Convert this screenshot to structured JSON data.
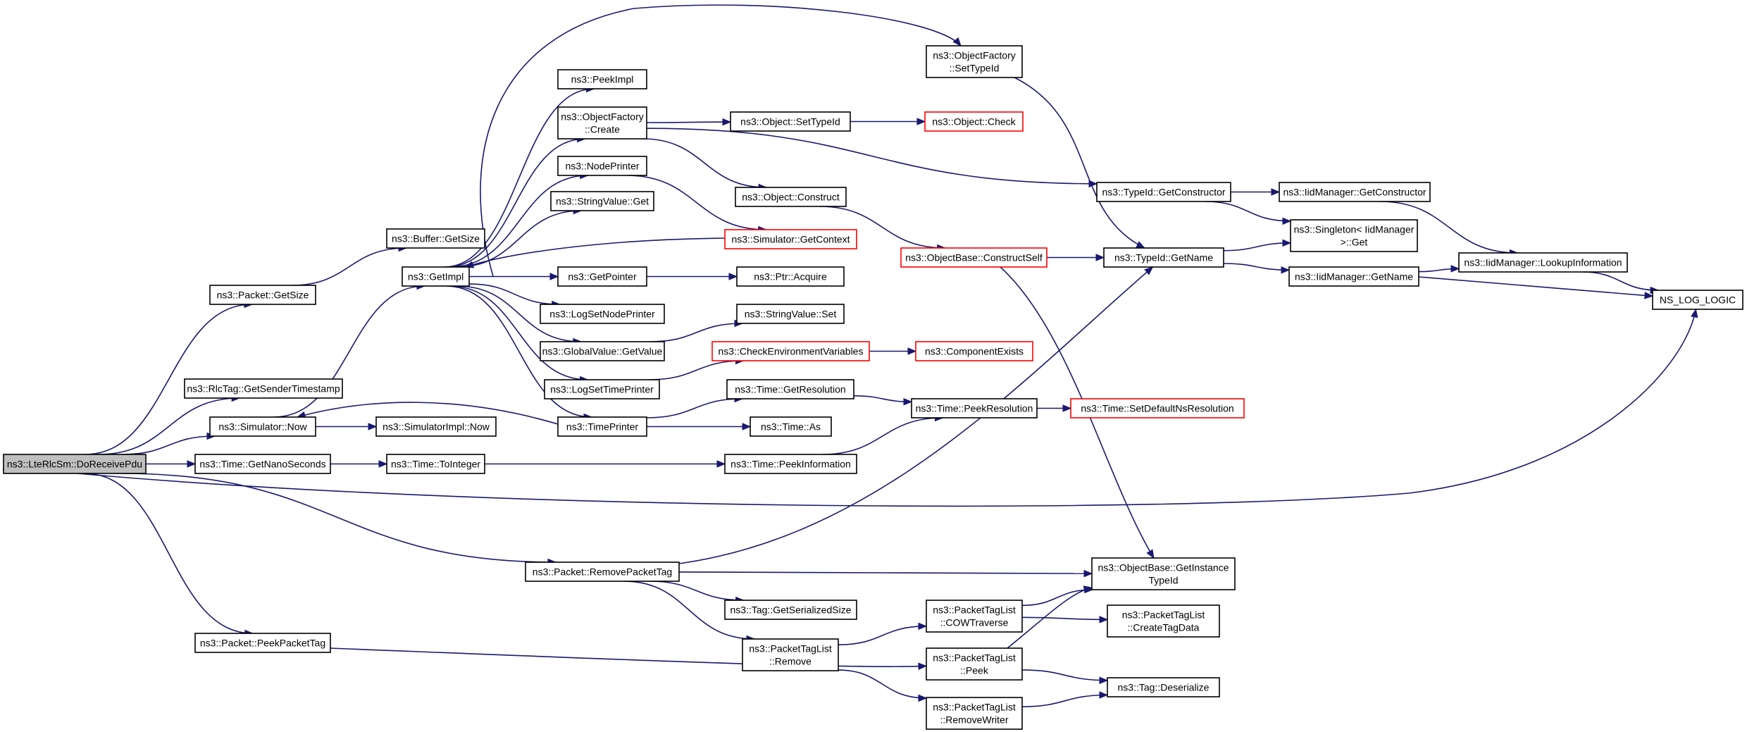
{
  "graph": {
    "nodes": [
      {
        "id": "root",
        "lines": [
          "ns3::LteRlcSm::DoReceivePdu"
        ],
        "style": "root"
      },
      {
        "id": "pkt_getsize",
        "lines": [
          "ns3::Packet::GetSize"
        ],
        "style": "normal"
      },
      {
        "id": "rlctag",
        "lines": [
          "ns3::RlcTag::GetSenderTimestamp"
        ],
        "style": "normal"
      },
      {
        "id": "sim_now",
        "lines": [
          "ns3::Simulator::Now"
        ],
        "style": "normal"
      },
      {
        "id": "time_getnano",
        "lines": [
          "ns3::Time::GetNanoSeconds"
        ],
        "style": "normal"
      },
      {
        "id": "pkt_removetag",
        "lines": [
          "ns3::Packet::RemovePacketTag"
        ],
        "style": "normal"
      },
      {
        "id": "pkt_peektag",
        "lines": [
          "ns3::Packet::PeekPacketTag"
        ],
        "style": "normal"
      },
      {
        "id": "buf_getsize",
        "lines": [
          "ns3::Buffer::GetSize"
        ],
        "style": "normal"
      },
      {
        "id": "getimpl",
        "lines": [
          "ns3::GetImpl"
        ],
        "style": "normal"
      },
      {
        "id": "simimpl_now",
        "lines": [
          "ns3::SimulatorImpl::Now"
        ],
        "style": "normal"
      },
      {
        "id": "time_tointeger",
        "lines": [
          "ns3::Time::ToInteger"
        ],
        "style": "normal"
      },
      {
        "id": "peekimpl",
        "lines": [
          "ns3::PeekImpl"
        ],
        "style": "normal"
      },
      {
        "id": "of_create",
        "lines": [
          "ns3::ObjectFactory",
          "::Create"
        ],
        "style": "normal"
      },
      {
        "id": "nodeprinter",
        "lines": [
          "ns3::NodePrinter"
        ],
        "style": "normal"
      },
      {
        "id": "strval_get",
        "lines": [
          "ns3::StringValue::Get"
        ],
        "style": "normal"
      },
      {
        "id": "getpointer",
        "lines": [
          "ns3::GetPointer"
        ],
        "style": "normal"
      },
      {
        "id": "logsetnodeprinter",
        "lines": [
          "ns3::LogSetNodePrinter"
        ],
        "style": "normal"
      },
      {
        "id": "gv_getvalue",
        "lines": [
          "ns3::GlobalValue::GetValue"
        ],
        "style": "normal"
      },
      {
        "id": "logsettimeprinter",
        "lines": [
          "ns3::LogSetTimePrinter"
        ],
        "style": "normal"
      },
      {
        "id": "timeprinter",
        "lines": [
          "ns3::TimePrinter"
        ],
        "style": "normal"
      },
      {
        "id": "tag_getsersize",
        "lines": [
          "ns3::Tag::GetSerializedSize"
        ],
        "style": "normal"
      },
      {
        "id": "ptl_remove",
        "lines": [
          "ns3::PacketTagList",
          "::Remove"
        ],
        "style": "normal"
      },
      {
        "id": "of_settypeid",
        "lines": [
          "ns3::ObjectFactory",
          "::SetTypeId"
        ],
        "style": "normal"
      },
      {
        "id": "obj_settypeid",
        "lines": [
          "ns3::Object::SetTypeId"
        ],
        "style": "normal"
      },
      {
        "id": "obj_construct",
        "lines": [
          "ns3::Object::Construct"
        ],
        "style": "normal"
      },
      {
        "id": "sim_getcontext",
        "lines": [
          "ns3::Simulator::GetContext"
        ],
        "style": "trunc"
      },
      {
        "id": "ptr_acquire",
        "lines": [
          "ns3::Ptr::Acquire"
        ],
        "style": "normal"
      },
      {
        "id": "strval_set",
        "lines": [
          "ns3::StringValue::Set"
        ],
        "style": "normal"
      },
      {
        "id": "checkenv",
        "lines": [
          "ns3::CheckEnvironmentVariables"
        ],
        "style": "trunc"
      },
      {
        "id": "time_getres",
        "lines": [
          "ns3::Time::GetResolution"
        ],
        "style": "normal"
      },
      {
        "id": "time_as",
        "lines": [
          "ns3::Time::As"
        ],
        "style": "normal"
      },
      {
        "id": "time_peekinfo",
        "lines": [
          "ns3::Time::PeekInformation"
        ],
        "style": "normal"
      },
      {
        "id": "ptl_cow",
        "lines": [
          "ns3::PacketTagList",
          "::COWTraverse"
        ],
        "style": "normal"
      },
      {
        "id": "ptl_peek",
        "lines": [
          "ns3::PacketTagList",
          "::Peek"
        ],
        "style": "normal"
      },
      {
        "id": "ptl_removewriter",
        "lines": [
          "ns3::PacketTagList",
          "::RemoveWriter"
        ],
        "style": "normal"
      },
      {
        "id": "obj_check",
        "lines": [
          "ns3::Object::Check"
        ],
        "style": "trunc"
      },
      {
        "id": "typeid_getctor",
        "lines": [
          "ns3::TypeId::GetConstructor"
        ],
        "style": "normal"
      },
      {
        "id": "ob_constructself",
        "lines": [
          "ns3::ObjectBase::ConstructSelf"
        ],
        "style": "trunc"
      },
      {
        "id": "componentexists",
        "lines": [
          "ns3::ComponentExists"
        ],
        "style": "trunc"
      },
      {
        "id": "time_peekres",
        "lines": [
          "ns3::Time::PeekResolution"
        ],
        "style": "normal"
      },
      {
        "id": "ob_getinsttypeid",
        "lines": [
          "ns3::ObjectBase::GetInstance",
          "TypeId"
        ],
        "style": "normal"
      },
      {
        "id": "ptl_createtagdata",
        "lines": [
          "ns3::PacketTagList",
          "::CreateTagData"
        ],
        "style": "normal"
      },
      {
        "id": "tag_deserialize",
        "lines": [
          "ns3::Tag::Deserialize"
        ],
        "style": "normal"
      },
      {
        "id": "typeid_getname",
        "lines": [
          "ns3::TypeId::GetName"
        ],
        "style": "normal"
      },
      {
        "id": "time_setdefaultres",
        "lines": [
          "ns3::Time::SetDefaultNsResolution"
        ],
        "style": "trunc"
      },
      {
        "id": "iid_getctor",
        "lines": [
          "ns3::IidManager::GetConstructor"
        ],
        "style": "normal"
      },
      {
        "id": "singleton_get",
        "lines": [
          "ns3::Singleton< IidManager",
          " >::Get"
        ],
        "style": "normal"
      },
      {
        "id": "iid_getname",
        "lines": [
          "ns3::IidManager::GetName"
        ],
        "style": "normal"
      },
      {
        "id": "iid_lookup",
        "lines": [
          "ns3::IidManager::LookupInformation"
        ],
        "style": "normal"
      },
      {
        "id": "ns_log_logic",
        "lines": [
          "NS_LOG_LOGIC"
        ],
        "style": "normal"
      }
    ],
    "edges": [
      [
        "root",
        "pkt_getsize"
      ],
      [
        "root",
        "rlctag"
      ],
      [
        "root",
        "sim_now"
      ],
      [
        "root",
        "time_getnano"
      ],
      [
        "root",
        "ns_log_logic"
      ],
      [
        "root",
        "pkt_removetag"
      ],
      [
        "root",
        "pkt_peektag"
      ],
      [
        "pkt_getsize",
        "buf_getsize"
      ],
      [
        "sim_now",
        "getimpl"
      ],
      [
        "sim_now",
        "simimpl_now"
      ],
      [
        "time_getnano",
        "time_tointeger"
      ],
      [
        "pkt_removetag",
        "typeid_getname"
      ],
      [
        "pkt_removetag",
        "ob_getinsttypeid"
      ],
      [
        "pkt_removetag",
        "tag_getsersize"
      ],
      [
        "pkt_removetag",
        "ptl_remove"
      ],
      [
        "pkt_peektag",
        "ptl_peek"
      ],
      [
        "getimpl",
        "peekimpl"
      ],
      [
        "getimpl",
        "of_create"
      ],
      [
        "getimpl",
        "nodeprinter"
      ],
      [
        "getimpl",
        "strval_get"
      ],
      [
        "getimpl",
        "getpointer"
      ],
      [
        "getimpl",
        "logsetnodeprinter"
      ],
      [
        "getimpl",
        "gv_getvalue"
      ],
      [
        "getimpl",
        "logsettimeprinter"
      ],
      [
        "getimpl",
        "timeprinter"
      ],
      [
        "getimpl",
        "of_settypeid"
      ],
      [
        "time_tointeger",
        "time_peekinfo"
      ],
      [
        "of_create",
        "obj_settypeid"
      ],
      [
        "of_create",
        "obj_construct"
      ],
      [
        "of_create",
        "typeid_getctor"
      ],
      [
        "nodeprinter",
        "sim_getcontext"
      ],
      [
        "sim_getcontext",
        "getimpl"
      ],
      [
        "getpointer",
        "ptr_acquire"
      ],
      [
        "gv_getvalue",
        "strval_set"
      ],
      [
        "logsettimeprinter",
        "checkenv"
      ],
      [
        "timeprinter",
        "sim_now"
      ],
      [
        "timeprinter",
        "time_getres"
      ],
      [
        "timeprinter",
        "time_as"
      ],
      [
        "ptl_remove",
        "ptl_cow"
      ],
      [
        "ptl_remove",
        "ptl_removewriter"
      ],
      [
        "of_settypeid",
        "typeid_getname"
      ],
      [
        "obj_settypeid",
        "obj_check"
      ],
      [
        "obj_construct",
        "ob_constructself"
      ],
      [
        "checkenv",
        "componentexists"
      ],
      [
        "time_getres",
        "time_peekres"
      ],
      [
        "time_peekinfo",
        "time_peekres"
      ],
      [
        "ptl_cow",
        "ob_getinsttypeid"
      ],
      [
        "ptl_cow",
        "ptl_createtagdata"
      ],
      [
        "ptl_peek",
        "ob_getinsttypeid"
      ],
      [
        "ptl_peek",
        "tag_deserialize"
      ],
      [
        "ptl_removewriter",
        "tag_deserialize"
      ],
      [
        "typeid_getctor",
        "iid_getctor"
      ],
      [
        "typeid_getctor",
        "singleton_get"
      ],
      [
        "ob_constructself",
        "typeid_getname"
      ],
      [
        "ob_constructself",
        "ob_getinsttypeid"
      ],
      [
        "time_peekres",
        "time_setdefaultres"
      ],
      [
        "typeid_getname",
        "singleton_get"
      ],
      [
        "typeid_getname",
        "iid_getname"
      ],
      [
        "iid_getctor",
        "iid_lookup"
      ],
      [
        "iid_getname",
        "iid_lookup"
      ],
      [
        "iid_getname",
        "ns_log_logic"
      ],
      [
        "iid_lookup",
        "ns_log_logic"
      ]
    ]
  }
}
